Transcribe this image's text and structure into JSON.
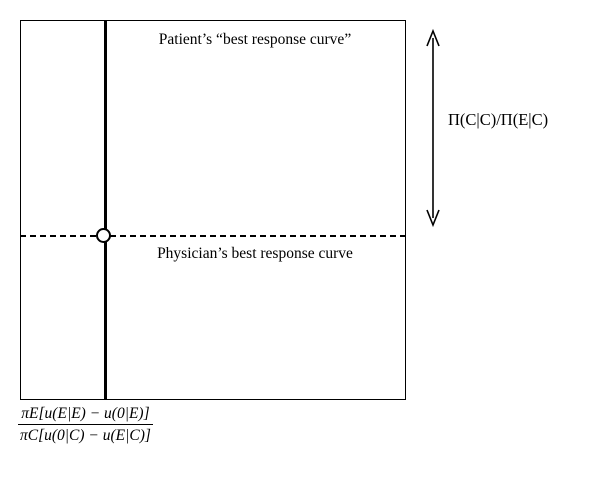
{
  "figure": {
    "type": "game-theory-best-response-diagram",
    "plot": {
      "patient_curve_label": "Patient’s “best response curve”",
      "physician_curve_label": "Physician’s best response curve",
      "equilibrium_marker": "open-circle"
    },
    "annotations": {
      "vertical_bracket_label": "Π(C|C)/Π(E|C)",
      "x_axis_fraction": {
        "numerator": "πE[u(E|E) − u(0|E)]",
        "denominator": "πC[u(0|C) − u(E|C)]"
      }
    },
    "colors": {
      "line": "#000000",
      "background": "#ffffff"
    }
  }
}
